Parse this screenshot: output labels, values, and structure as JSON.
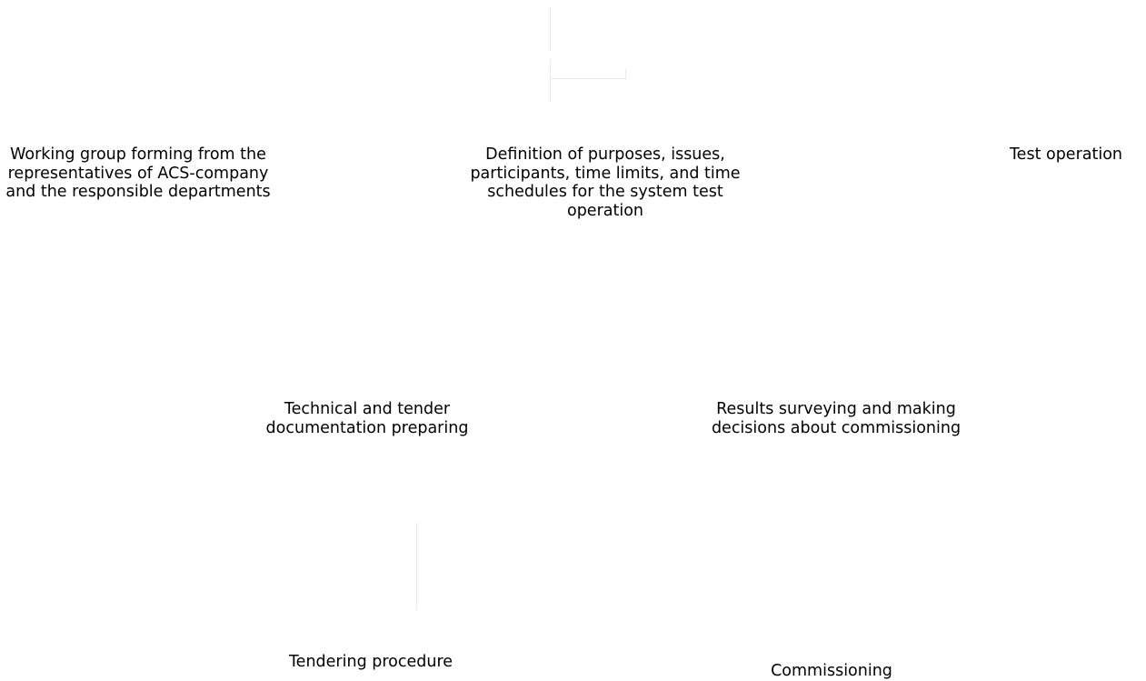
{
  "diagram": {
    "nodes": {
      "working_group": "Working group forming from the representatives of ACS-company and the responsible departments",
      "definition": "Definition of purposes, issues, participants, time limits, and time schedules for the system test operation",
      "test_operation": "Test operation",
      "technical_docs": "Technical and tender documentation preparing",
      "results": "Results surveying and making decisions about commissioning",
      "tendering": "Tendering procedure",
      "commissioning": "Commissioning"
    },
    "colors": {
      "text": "#000000",
      "background": "#ffffff",
      "connector": "#e9e9e9"
    }
  }
}
